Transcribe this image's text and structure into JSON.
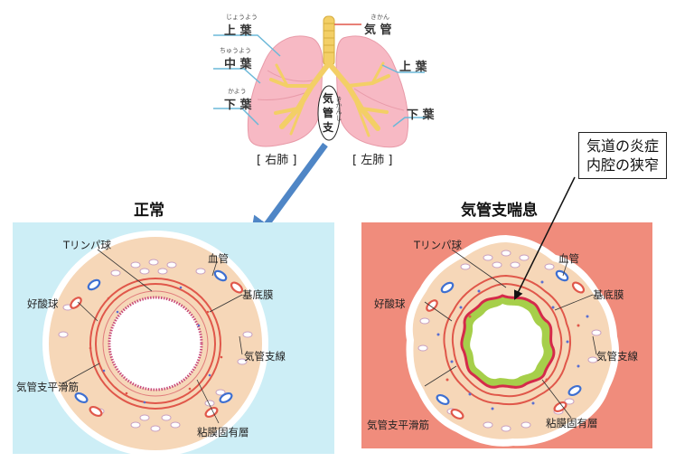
{
  "lungs": {
    "right_lung_label": "[ 右肺 ]",
    "left_lung_label": "[ 左肺 ]",
    "lobes": {
      "right_upper": {
        "ruby": "じょうよう",
        "text": "上 葉"
      },
      "right_middle": {
        "ruby": "ちゅうよう",
        "text": "中 葉"
      },
      "right_lower": {
        "ruby": "かよう",
        "text": "下 葉"
      },
      "left_upper": {
        "text": "上 葉"
      },
      "left_lower": {
        "text": "下 葉"
      }
    },
    "trachea": {
      "ruby": "きかん",
      "text": "気 管"
    },
    "bronchus": {
      "ruby": "きかんし",
      "chars": [
        "気",
        "管",
        "支"
      ]
    }
  },
  "normal": {
    "heading": "正常",
    "labels": {
      "t_lymphocyte": "Tリンパ球",
      "blood_vessel": "血管",
      "eosinophil": "好酸球",
      "basement_membrane": "基底膜",
      "bronchial_gland": "気管支線",
      "smooth_muscle": "気管支平滑筋",
      "lamina_propria": "粘膜固有層"
    }
  },
  "asthma": {
    "heading": "気管支喘息",
    "callout_lines": [
      "気道の炎症",
      "内腔の狭窄"
    ],
    "labels": {
      "t_lymphocyte": "Tリンパ球",
      "blood_vessel": "血管",
      "eosinophil": "好酸球",
      "basement_membrane": "基底膜",
      "bronchial_gland": "気管支線",
      "smooth_muscle": "気管支平滑筋",
      "lamina_propria": "粘膜固有層"
    }
  },
  "colors": {
    "normal_bg": "#cdeef6",
    "asthma_bg": "#f08c7c",
    "tissue": "#f6d7b8",
    "muscle": "#e0574a",
    "lung": "#f7b9c4",
    "bronchi": "#f3cf66",
    "lead_line": "#6cb8d8",
    "arrow": "#4f86c6",
    "mucus": "#a6cf4a"
  }
}
